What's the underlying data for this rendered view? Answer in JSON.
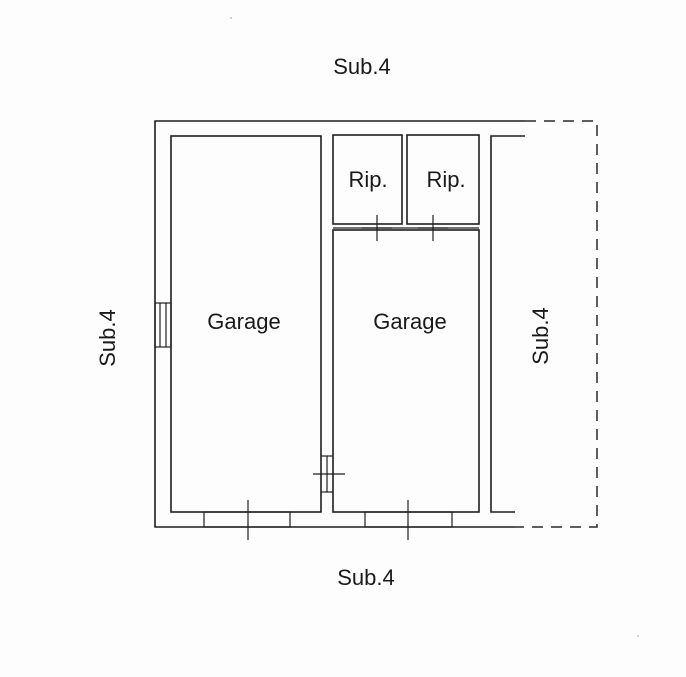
{
  "labels": {
    "top": "Sub.4",
    "bottom": "Sub.4",
    "left": "Sub.4",
    "right": "Sub.4",
    "garage_left": "Garage",
    "garage_right": "Garage",
    "storage_1": "Rip.",
    "storage_2": "Rip."
  }
}
